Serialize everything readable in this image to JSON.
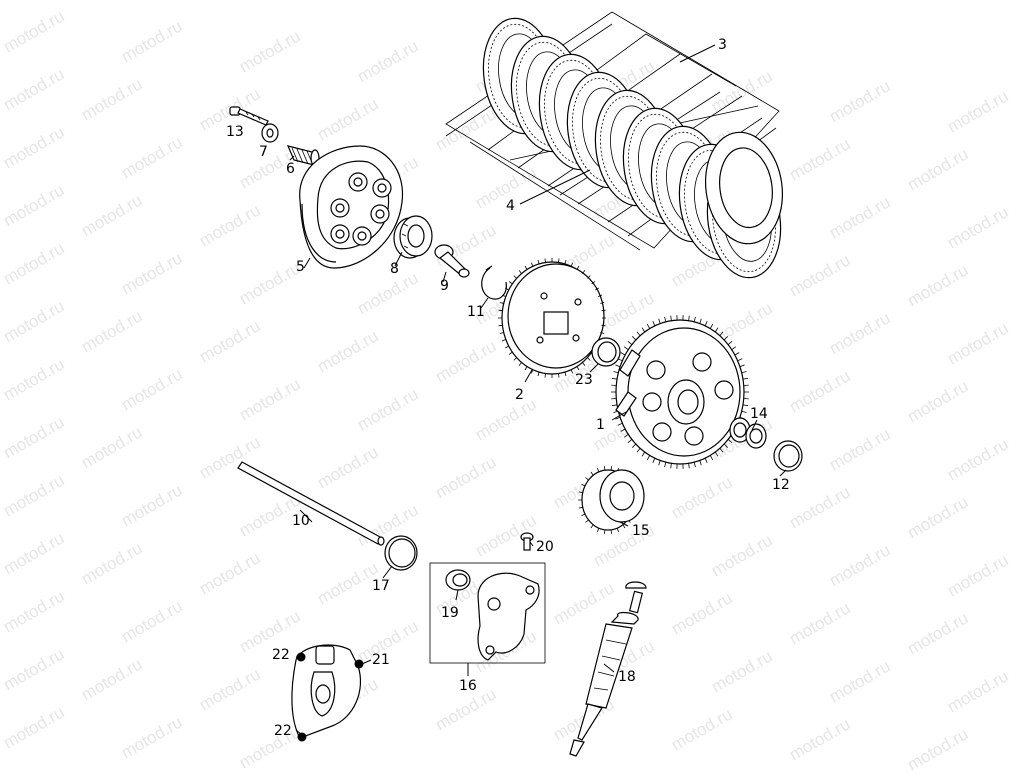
{
  "watermark": "motod.ru",
  "parts": [
    {
      "id": "p1",
      "number": "1"
    },
    {
      "id": "p2",
      "number": "2"
    },
    {
      "id": "p3",
      "number": "3"
    },
    {
      "id": "p4",
      "number": "4"
    },
    {
      "id": "p5",
      "number": "5"
    },
    {
      "id": "p6",
      "number": "6"
    },
    {
      "id": "p7",
      "number": "7"
    },
    {
      "id": "p8",
      "number": "8"
    },
    {
      "id": "p9",
      "number": "9"
    },
    {
      "id": "p10",
      "number": "10"
    },
    {
      "id": "p11",
      "number": "11"
    },
    {
      "id": "p12",
      "number": "12"
    },
    {
      "id": "p13",
      "number": "13"
    },
    {
      "id": "p14",
      "number": "14"
    },
    {
      "id": "p15",
      "number": "15"
    },
    {
      "id": "p16",
      "number": "16"
    },
    {
      "id": "p17",
      "number": "17"
    },
    {
      "id": "p18",
      "number": "18"
    },
    {
      "id": "p19",
      "number": "19"
    },
    {
      "id": "p20",
      "number": "20"
    },
    {
      "id": "p21",
      "number": "21"
    },
    {
      "id": "p22a",
      "number": "22"
    },
    {
      "id": "p22b",
      "number": "22"
    },
    {
      "id": "p23",
      "number": "23"
    }
  ]
}
